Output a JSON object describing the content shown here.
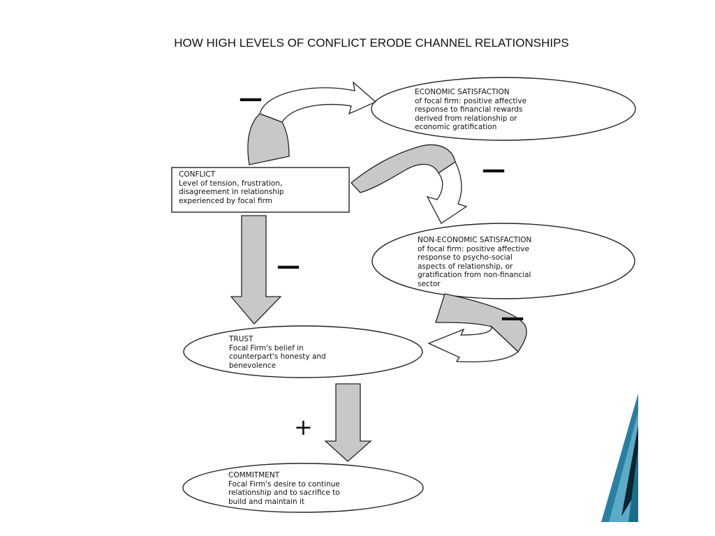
{
  "slide": {
    "title": "HOW HIGH LEVELS OF CONFLICT ERODE CHANNEL RELATIONSHIPS"
  },
  "nodes": {
    "economic": {
      "heading": "ECONOMIC SATISFACTION",
      "body": "of focal firm: positive affective\nresponse to financial rewards\nderived  from relationship or\neconomic gratification"
    },
    "conflict": {
      "heading": "CONFLICT",
      "body": "Level of tension, frustration,\ndisagreement in relationship\nexperienced by focal firm"
    },
    "non_economic": {
      "heading": "NON-ECONOMIC SATISFACTION",
      "body": "of focal firm: positive affective\nresponse to psycho-social\naspects of  relationship, or\ngratification from non-financial\nsector"
    },
    "trust": {
      "heading": "TRUST",
      "body": "Focal Firm's belief in\ncounterpart's honesty and\nbenevolence"
    },
    "commitment": {
      "heading": "COMMITMENT",
      "body": "Focal Firm's desire to continue\nrelationship and to sacrifice to\nbuild and maintain it"
    }
  },
  "signs": {
    "conflict_to_economic": "—",
    "conflict_to_non_economic": "—",
    "conflict_to_trust": "—",
    "non_economic_to_trust": "—",
    "trust_to_commitment": "+"
  },
  "colors": {
    "arrow_fill": "#c8c8c8",
    "stroke": "#222222",
    "accent_dark": "#0b2430",
    "accent_teal": "#1a6e8c"
  }
}
